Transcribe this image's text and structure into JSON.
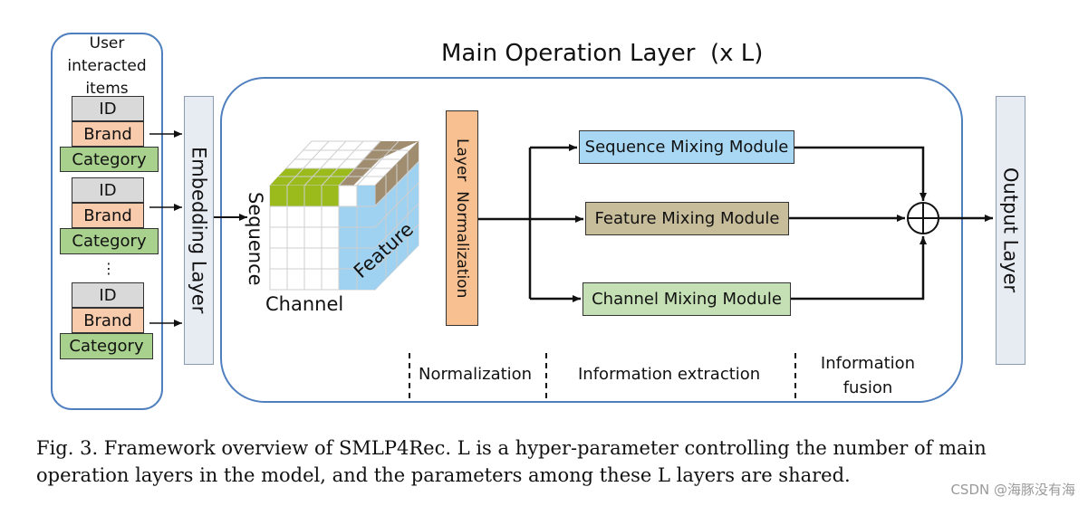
{
  "input_panel": {
    "title_line1": "User",
    "title_line2": "interacted",
    "title_line3": "items",
    "groups": [
      {
        "id": "ID",
        "brand": "Brand",
        "category": "Category"
      },
      {
        "id": "ID",
        "brand": "Brand",
        "category": "Category"
      },
      {
        "id": "ID",
        "brand": "Brand",
        "category": "Category"
      }
    ],
    "ellipsis": "⋮"
  },
  "embedding_layer": "Embedding Layer",
  "main_layer": {
    "title": "Main Operation Layer  (x L)",
    "cube": {
      "sequence": "Sequence",
      "channel": "Channel",
      "feature": "Feature"
    },
    "layer_norm": "Layer  Normalization",
    "modules": {
      "sequence": "Sequence Mixing Module",
      "feature": "Feature Mixing Module",
      "channel": "Channel Mixing Module"
    },
    "stages": {
      "normalization": "Normalization",
      "extraction": "Information extraction",
      "fusion_line1": "Information",
      "fusion_line2": "fusion"
    }
  },
  "output_layer": "Output Layer",
  "colors": {
    "panel_border": "#4f7fbf",
    "id_fill": "#d9d9d9",
    "brand_fill": "#f8cbad",
    "category_fill": "#a9d18e",
    "layer_fill": "#e7ecf3",
    "layer_norm_fill": "#f8c090",
    "sequence_module_fill": "#a9d8f5",
    "feature_module_fill": "#c8bd9a",
    "channel_module_fill": "#c5e0b4",
    "cube_green": "#9bbb1c",
    "cube_brown": "#a08c6e",
    "cube_blue": "#9fd1f0"
  },
  "caption": "Fig. 3.  Framework overview of SMLP4Rec. L is a hyper-parameter controlling the number of main operation layers in the model, and the parameters among these L layers are shared.",
  "watermark": "CSDN @海豚没有海"
}
